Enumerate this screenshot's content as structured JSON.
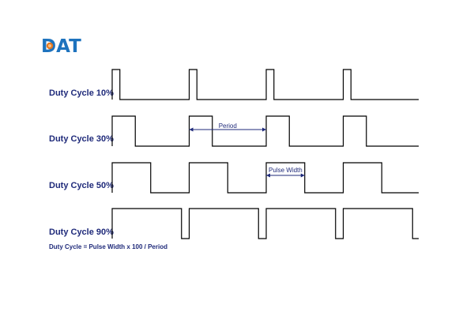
{
  "logo": {
    "text": "DAT",
    "colors": {
      "letters": "#1e73be",
      "circle_outer": "#e8791f",
      "circle_inner": "#f6c28a"
    }
  },
  "label_color": "#1f2a7a",
  "annotation_color": "#1f2a7a",
  "rows": [
    {
      "label": "Duty Cycle 10%",
      "duty": 10
    },
    {
      "label": "Duty Cycle 30%",
      "duty": 30
    },
    {
      "label": "Duty Cycle 50%",
      "duty": 50
    },
    {
      "label": "Duty Cycle 90%",
      "duty": 90
    }
  ],
  "annotations": {
    "period": {
      "label": "Period",
      "row": 2
    },
    "pulse_width": {
      "label": "Pulse Width",
      "row": 3
    }
  },
  "formula": "Duty Cycle = Pulse Width x 100 / Period"
}
